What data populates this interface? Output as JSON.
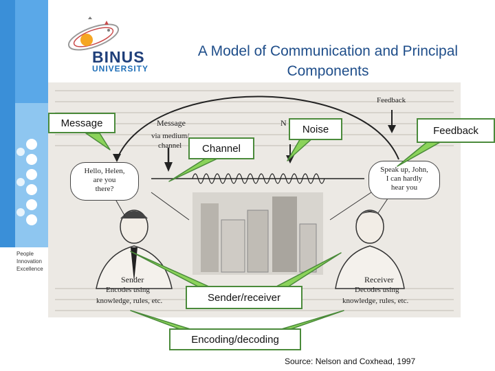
{
  "logo": {
    "brand": "BINUS",
    "sub": "UNIVERSITY"
  },
  "tagline": [
    "People",
    "Innovation",
    "Excellence"
  ],
  "title": "A Model of Communication and Principal Components",
  "figure": {
    "labels": {
      "feedback": "Feedback",
      "message": "Message",
      "via": "via medium/",
      "channel": "channel",
      "noise_letter": "N",
      "sender": "Sender",
      "sender_desc_1": "Encodes using",
      "sender_desc_2": "knowledge, rules, etc.",
      "receiver": "Receiver",
      "receiver_desc_1": "Decodes using",
      "receiver_desc_2": "knowledge, rules, etc."
    },
    "bubbles": {
      "sender": [
        "Hello, Helen,",
        "are you",
        "there?"
      ],
      "receiver": [
        "Speak up, John,",
        "I can hardly",
        "hear you"
      ]
    }
  },
  "callouts": {
    "message": "Message",
    "noise": "Noise",
    "feedback": "Feedback",
    "channel": "Channel",
    "sender_receiver": "Sender/receiver",
    "encoding_decoding": "Encoding/decoding"
  },
  "source": "Source: Nelson and Coxhead, 1997",
  "colors": {
    "callout_border": "#4a8a3a",
    "callout_arrow": "#8bd35a",
    "title": "#1f4e8a",
    "brand": "#1f3f7a",
    "accent_orange": "#f5a623"
  }
}
